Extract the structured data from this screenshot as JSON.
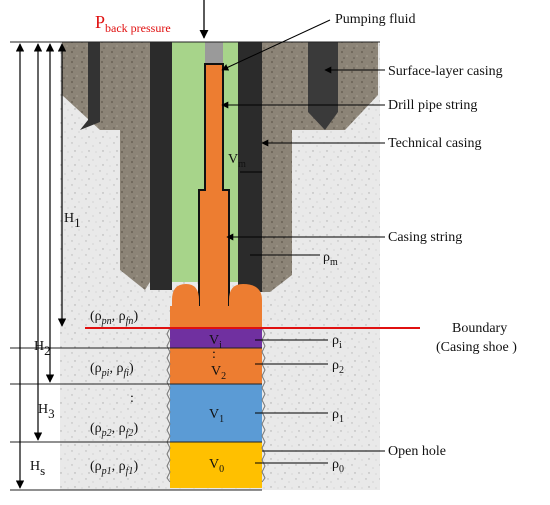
{
  "labels": {
    "back_pressure": "P",
    "back_pressure_sub": "back pressure",
    "pumping_fluid": "Pumping fluid",
    "surface_casing": "Surface-layer casing",
    "drill_pipe": "Drill pipe string",
    "technical_casing": "Technical casing",
    "casing_string": "Casing string",
    "boundary": "Boundary",
    "casing_shoe": "(Casing shoe  )",
    "open_hole": "Open hole"
  },
  "volumes": {
    "vm": "V",
    "vm_sub": "m",
    "vi": "V",
    "vi_sub": "i",
    "v2": "V",
    "v2_sub": "2",
    "v1": "V",
    "v1_sub": "1",
    "v0": "V",
    "v0_sub": "0",
    "dots": ":"
  },
  "densities": {
    "rho_m": "ρ",
    "rho_m_sub": "m",
    "rho_i": "ρ",
    "rho_i_sub": "i",
    "rho_2": "ρ",
    "rho_2_sub": "2",
    "rho_1": "ρ",
    "rho_1_sub": "1",
    "rho_0": "ρ",
    "rho_0_sub": "0"
  },
  "depths": {
    "h1": "H",
    "h1_sub": "1",
    "h2": "H",
    "h2_sub": "2",
    "h3": "H",
    "h3_sub": "3",
    "hs": "H",
    "hs_sub": "s"
  },
  "pore_pairs": {
    "pn": {
      "open": "(ρ",
      "a": "pn",
      "mid": ", ρ",
      "b": "fn",
      "close": ")"
    },
    "pi": {
      "open": "(ρ",
      "a": "pi",
      "mid": ", ρ",
      "b": "fi",
      "close": ")"
    },
    "p2": {
      "open": "(ρ",
      "a": "p2",
      "mid": ", ρ",
      "b": "f2",
      "close": ")"
    },
    "p1": {
      "open": "(ρ",
      "a": "p1",
      "mid": ", ρ",
      "b": "f1",
      "close": ")"
    },
    "dots": ":"
  },
  "colors": {
    "formation": "#e6e6e6",
    "cement": "#8a8275",
    "casing_steel": "#2e2e2e",
    "annulus_green": "#a7d48a",
    "drill_pipe_orange": "#ed7d31",
    "purple_layer": "#7030a0",
    "blue_layer": "#5b9bd5",
    "yellow_layer": "#ffc000",
    "boundary_red": "#e01010"
  }
}
